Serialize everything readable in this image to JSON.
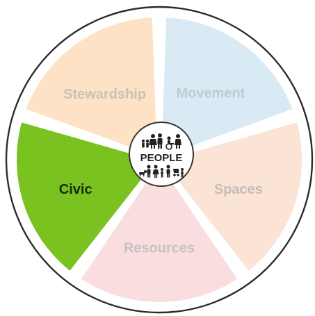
{
  "center": {
    "label": "PEOPLE",
    "icon": "people-pictogram-icon"
  },
  "segments": [
    {
      "id": "movement",
      "label": "Movement",
      "fill": "#d9eaf4",
      "text_color": "#bfcbd2",
      "active": false
    },
    {
      "id": "spaces",
      "label": "Spaces",
      "fill": "#fbe3d5",
      "text_color": "#c4bdb8",
      "active": false
    },
    {
      "id": "resources",
      "label": "Resources",
      "fill": "#fadedf",
      "text_color": "#c7c0c0",
      "active": false
    },
    {
      "id": "civic",
      "label": "Civic",
      "fill": "#79c21f",
      "text_color": "#1b2a0a",
      "active": true
    },
    {
      "id": "stewardship",
      "label": "Stewardship",
      "fill": "#fde2c5",
      "text_color": "#cbc2b6",
      "active": false
    }
  ],
  "colors": {
    "ring_outline": "#2b2b2b",
    "hub_outline": "#333333",
    "icon_color": "#222222"
  }
}
